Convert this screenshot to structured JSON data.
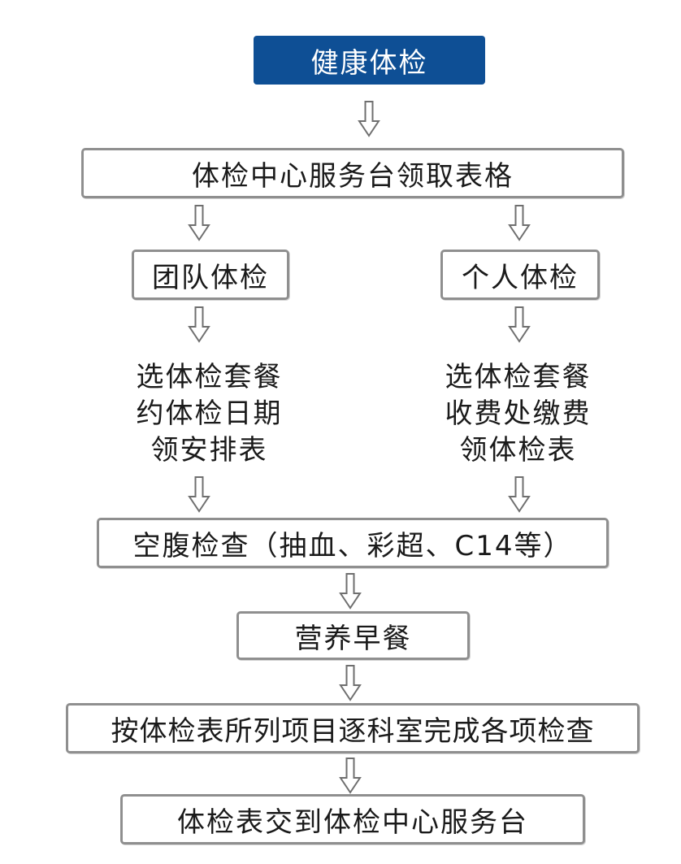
{
  "title": "健康体检",
  "step_pickup": "体检中心服务台领取表格",
  "branches": {
    "group": {
      "label": "团队体检",
      "steps": [
        "选体检套餐",
        "约体检日期",
        "领安排表"
      ]
    },
    "individual": {
      "label": "个人体检",
      "steps": [
        "选体检套餐",
        "收费处缴费",
        "领体检表"
      ]
    }
  },
  "step_fasting": "空腹检查（抽血、彩超、C14等）",
  "step_breakfast": "营养早餐",
  "step_exams": "按体检表所列项目逐科室完成各项检查",
  "step_return": "体检表交到体检中心服务台",
  "colors": {
    "title_bg": "#0e4f95",
    "box_border": "#8f8f8f",
    "arrow_stroke": "#6f6f6f"
  },
  "icons": {
    "arrow": "hollow-down-arrow-icon"
  }
}
